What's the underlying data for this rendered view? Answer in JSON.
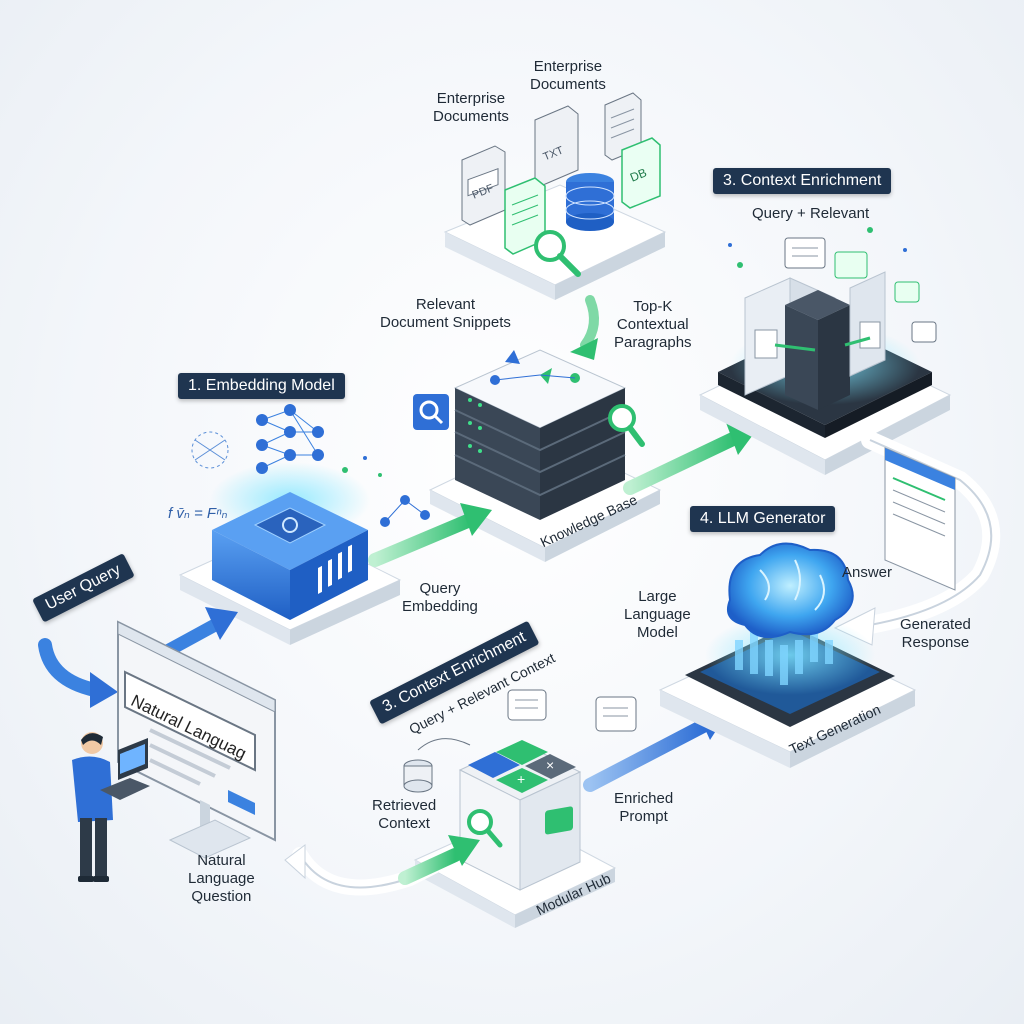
{
  "labels": {
    "enterprise_documents_left": "Enterprise\nDocuments",
    "enterprise_documents_top": "Enterprise\nDocuments",
    "relevant_snippets": "Relevant\nDocument Snippets",
    "top_k": "Top-K\nContextual\nParagraphs",
    "query_relevant_top": "Query + Relevant",
    "query_embedding": "Query\nEmbedding",
    "answer": "Answer",
    "large_language_model": "Large\nLanguage\nModel",
    "generated_response": "Generated\nResponse",
    "retrieved_context": "Retrieved\nContext",
    "enriched_prompt": "Enriched\nPrompt",
    "natural_language_question": "Natural\nLanguage\nQuestion",
    "query_relevant_context": "Query + Relevant Context",
    "knowledge_base": "Knowledge Base",
    "text_generation": "Text Generation",
    "modular_hub": "Modular Hub",
    "natural_language_input": "Natural Languag",
    "formula": "f v̄ₙ = Fⁿₙ"
  },
  "badges": {
    "embedding_model": "1. Embedding Model",
    "context_enrichment_top": "3. Context Enrichment",
    "llm_generator": "4. LLM Generator",
    "context_enrichment_bottom": "3. Context Enrichment",
    "user_query": "User Query"
  },
  "doc_tags": {
    "pdf": "PDF",
    "txt": "TXT",
    "db": "DB"
  },
  "colors": {
    "accent_blue": "#2f6fd6",
    "accent_green": "#2fbf71",
    "badge_bg": "#1f3550",
    "server_dark": "#2d3a48"
  }
}
